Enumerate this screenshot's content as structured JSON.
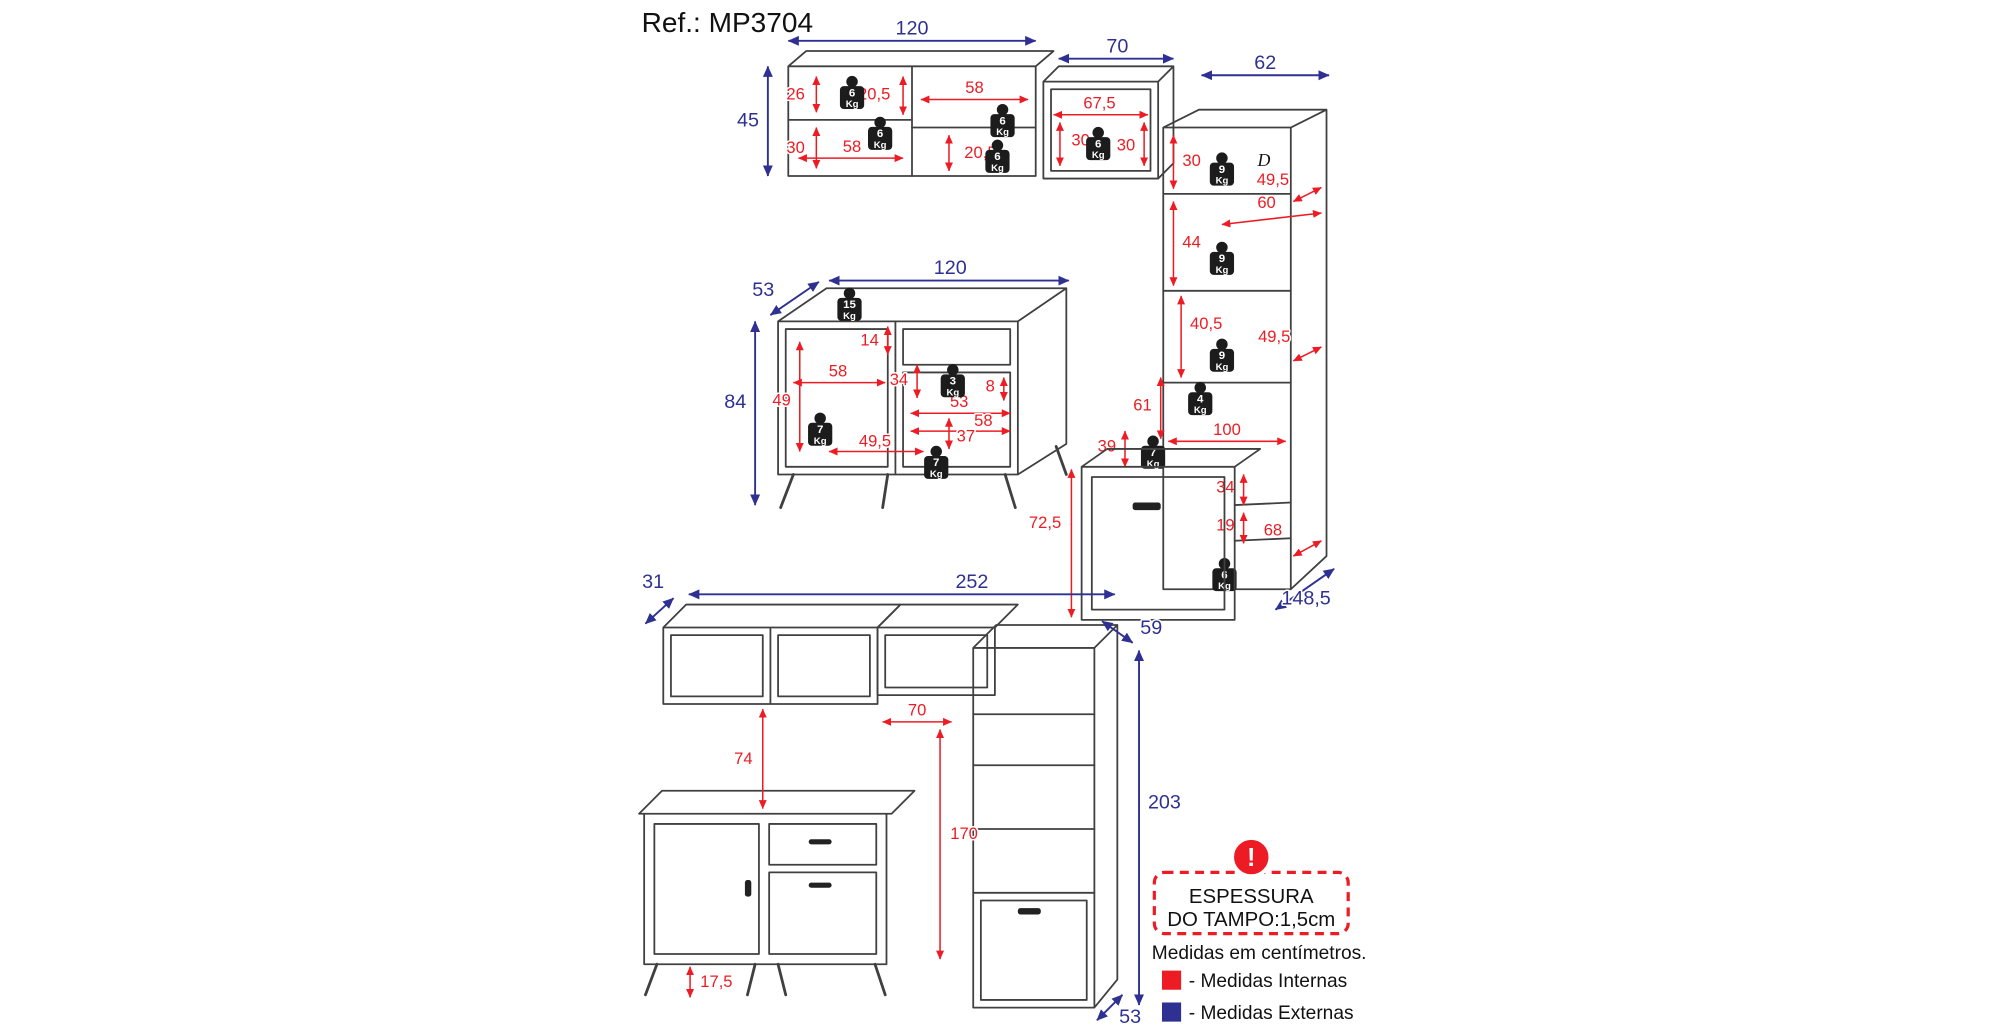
{
  "title": "Ref.: MP3704",
  "unit_label": "Kg",
  "colors": {
    "internal_dimensions": "#ed1c24",
    "external_dimensions": "#2e3192",
    "outline": "#404040"
  },
  "wall_cabinet_120": {
    "external_width": "120",
    "external_height": "45",
    "dim_26": "26",
    "dim_205_left": "20,5",
    "dim_58_left": "58",
    "dim_58_right": "58",
    "dim_30": "30",
    "dim_205_right": "20,5",
    "weights": [
      "6",
      "6",
      "6",
      "6"
    ]
  },
  "wall_cabinet_70": {
    "external_width": "70",
    "dim_675": "67,5",
    "dim_305": "30,5",
    "dim_30": "30",
    "weights": [
      "6"
    ]
  },
  "tall_cabinet": {
    "external_width": "62",
    "external_diag": "148,5",
    "hinge_mark": "D",
    "dim_30": "30",
    "dim_495_top": "49,5",
    "dim_60": "60",
    "dim_44": "44",
    "dim_405": "40,5",
    "dim_495_mid": "49,5",
    "dim_61": "61",
    "dim_39": "39",
    "dim_100": "100",
    "dim_725": "72,5",
    "dim_34": "34",
    "dim_19": "19",
    "dim_68": "68",
    "weights": [
      "9",
      "9",
      "9",
      "4",
      "7",
      "6"
    ]
  },
  "counter_cabinet": {
    "external_depth": "53",
    "external_width": "120",
    "external_height": "84",
    "dim_14": "14",
    "dim_58_left": "58",
    "dim_49": "49",
    "dim_34": "34",
    "dim_53": "53",
    "dim_8": "8",
    "dim_58_right": "58",
    "dim_37": "37",
    "dim_495": "49,5",
    "weights": [
      "15",
      "3",
      "7",
      "7"
    ]
  },
  "assembled_view": {
    "wall_depth": "31",
    "total_width": "252",
    "tall_depth_top": "59",
    "dim_74": "74",
    "dim_70": "70",
    "dim_170": "170",
    "tall_height": "203",
    "legs_height": "17,5",
    "tall_depth_bottom": "53"
  },
  "legend": {
    "exclamation": "!",
    "warning_line1": "ESPESSURA",
    "warning_line2": "DO TAMPO:1,5cm",
    "note": "Medidas em centímetros.",
    "internal_label": "- Medidas Internas",
    "external_label": "- Medidas Externas"
  }
}
